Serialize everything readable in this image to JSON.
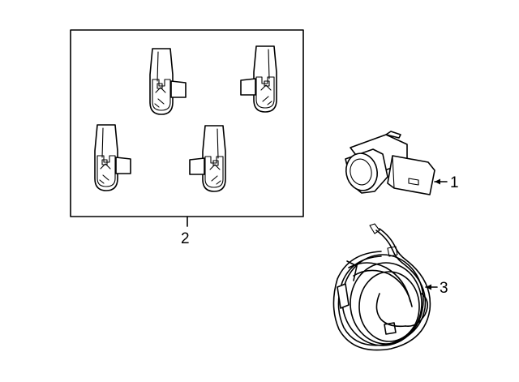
{
  "callouts": {
    "sensor": "1",
    "bracket_kit": "2",
    "harness": "3"
  }
}
